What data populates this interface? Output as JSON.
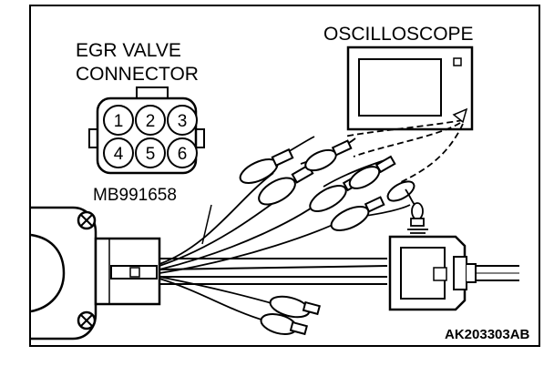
{
  "labels": {
    "connector_line1": "EGR VALVE",
    "connector_line2": "CONNECTOR",
    "oscilloscope": "OSCILLOSCOPE",
    "tool": "MB991658",
    "figure_code": "AK203303AB"
  },
  "pins": [
    "1",
    "2",
    "3",
    "4",
    "5",
    "6"
  ],
  "colors": {
    "line": "#000000",
    "background": "#ffffff"
  }
}
